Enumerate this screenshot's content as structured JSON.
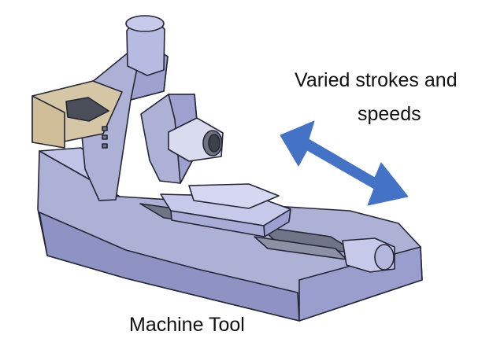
{
  "labels": {
    "motion_line_1": "Varied strokes and",
    "motion_line_2": "speeds",
    "caption": "Machine Tool"
  },
  "colors": {
    "machine_body": "#aeb1d6",
    "machine_shadow": "#8f93c4",
    "machine_outline": "#242635",
    "control_cabinet": "#d5c7a6",
    "arrow": "#4472c4",
    "text": "#111111"
  }
}
